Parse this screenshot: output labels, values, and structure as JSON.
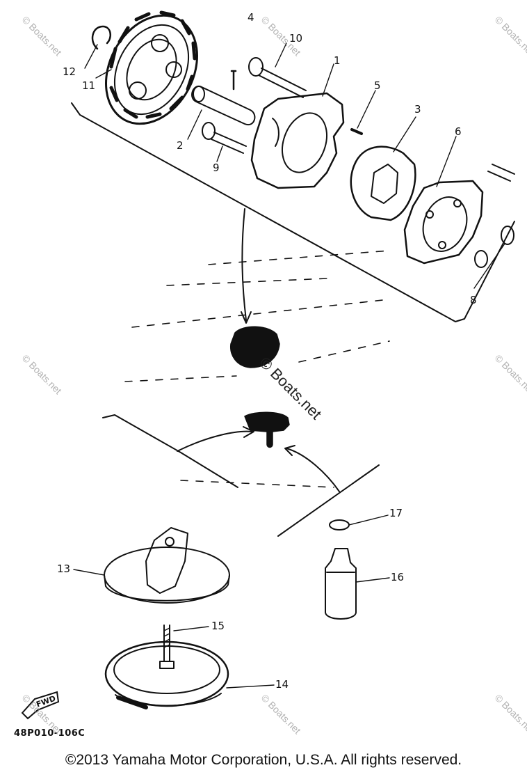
{
  "diagram": {
    "part_labels": [
      {
        "id": "1",
        "text": "1"
      },
      {
        "id": "2",
        "text": "2"
      },
      {
        "id": "3",
        "text": "3"
      },
      {
        "id": "4",
        "text": "4"
      },
      {
        "id": "5",
        "text": "5"
      },
      {
        "id": "6",
        "text": "6"
      },
      {
        "id": "8",
        "text": "8"
      },
      {
        "id": "9",
        "text": "9"
      },
      {
        "id": "10",
        "text": "10"
      },
      {
        "id": "11",
        "text": "11"
      },
      {
        "id": "12",
        "text": "12"
      },
      {
        "id": "13",
        "text": "13"
      },
      {
        "id": "14",
        "text": "14"
      },
      {
        "id": "15",
        "text": "15"
      },
      {
        "id": "16",
        "text": "16"
      },
      {
        "id": "17",
        "text": "17"
      }
    ],
    "fwd_label": "FWD",
    "drawing_code": "48P010-106C"
  },
  "watermark": {
    "text": "© Boats.net",
    "center_text": "© Boats.net"
  },
  "footer": {
    "copyright": "©2013 Yamaha Motor Corporation, U.S.A. All rights reserved."
  },
  "colors": {
    "ink": "#111111",
    "watermark": "#9a9a9a",
    "background": "#ffffff"
  }
}
